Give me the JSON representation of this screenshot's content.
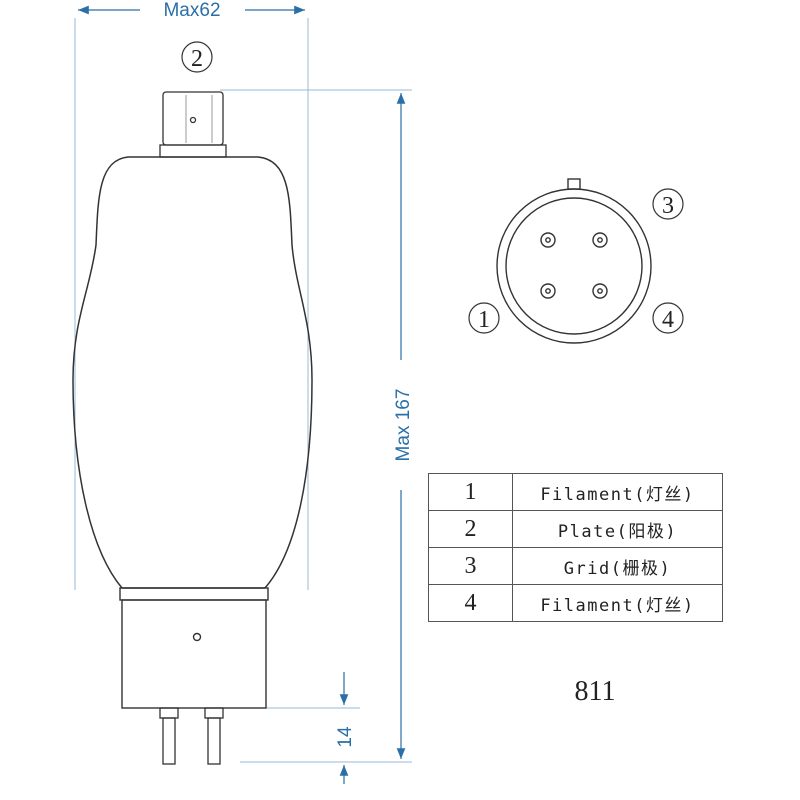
{
  "dimensions": {
    "width_label": "Max62",
    "height_label": "Max 167",
    "pin_length_label": "14"
  },
  "top_cap_callout": "2",
  "socket_pins": [
    {
      "number": "3"
    },
    {
      "number": "1"
    },
    {
      "number": "4"
    }
  ],
  "pin_table": [
    {
      "number": "1",
      "function": "Filament(灯丝)"
    },
    {
      "number": "2",
      "function": "Plate(阳极)"
    },
    {
      "number": "3",
      "function": "Grid(栅极)"
    },
    {
      "number": "4",
      "function": "Filament(灯丝)"
    }
  ],
  "model": "811",
  "colors": {
    "dimension": "#2a6fa8",
    "outline": "#333333"
  }
}
